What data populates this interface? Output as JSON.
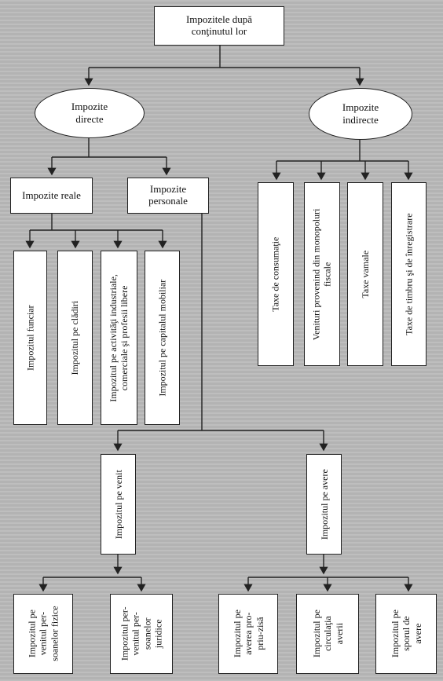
{
  "root": "Impozitele după\nconţinutul lor",
  "direct": "Impozite\ndirecte",
  "indirect": "Impozite\nindirecte",
  "real": "Impozite reale",
  "personal": "Impozite\npersonale",
  "real_items": [
    "Impozitul funciar",
    "Impozitul pe clădiri",
    "Impozitul pe activităţi industriale,\ncomerciale şi profesii libere",
    "Impozitul pe capitalul mobiliar"
  ],
  "indirect_items": [
    "Taxe de consumaţie",
    "Venituri provenind din monopoluri\nfiscale",
    "Taxe vamale",
    "Taxe de timbru şi de înregistrare"
  ],
  "venit": "Impozitul pe venit",
  "avere": "Impozitul pe avere",
  "venit_items": [
    "Impozitul pe\nvenitul per-\nsoanelor fizice",
    "Impozitul per-\nvenitul per-\nsoanelor\njuridice"
  ],
  "avere_items": [
    "Impozitul pe\naverea pro-\npriu-zisă",
    "Impozitul pe\ncirculaţia\naverii",
    "Impozitul pe\nsporul de\navere"
  ]
}
